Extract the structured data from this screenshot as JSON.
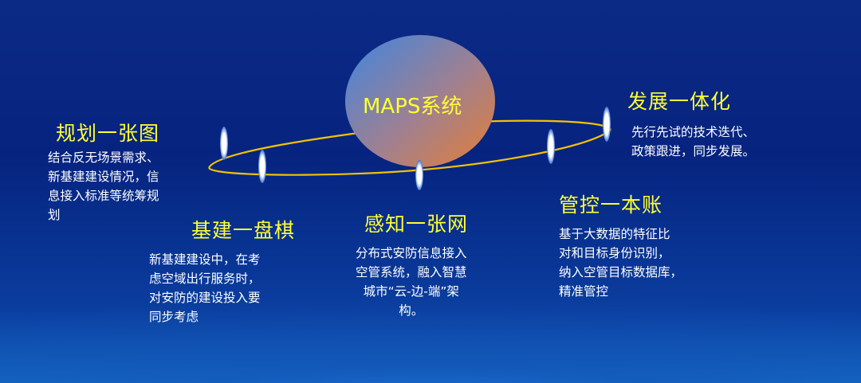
{
  "center": {
    "label": "MAPS系统",
    "gradient": [
      "#4a86d8",
      "#e07f3c"
    ]
  },
  "colors": {
    "title": "#ffff33",
    "text": "#ffffff",
    "orbit": "#f2c200",
    "background": "#06237f"
  },
  "nodes": [
    {
      "id": "planning",
      "title": "规划一张图",
      "lines": [
        "结合反无场景需求、",
        "新基建建设情况，信",
        "息接入标准等统筹规",
        "划"
      ]
    },
    {
      "id": "infrastructure",
      "title": "基建一盘棋",
      "lines": [
        "新基建建设中，在考",
        "虑空域出行服务时，",
        "对安防的建设投入要",
        "同步考虑"
      ]
    },
    {
      "id": "perception",
      "title": "感知一张网",
      "lines": [
        "分布式安防信息接入",
        "空管系统，融入智慧",
        "城市“云-边-端”架",
        "构。"
      ]
    },
    {
      "id": "control",
      "title": "管控一本账",
      "lines": [
        "基于大数据的特征比",
        "对和目标身份识别，",
        "纳入空管目标数据库，",
        "精准管控"
      ]
    },
    {
      "id": "development",
      "title": "发展一体化",
      "lines": [
        "先行先试的技术迭代、",
        "政策跟进，同步发展。"
      ]
    }
  ]
}
